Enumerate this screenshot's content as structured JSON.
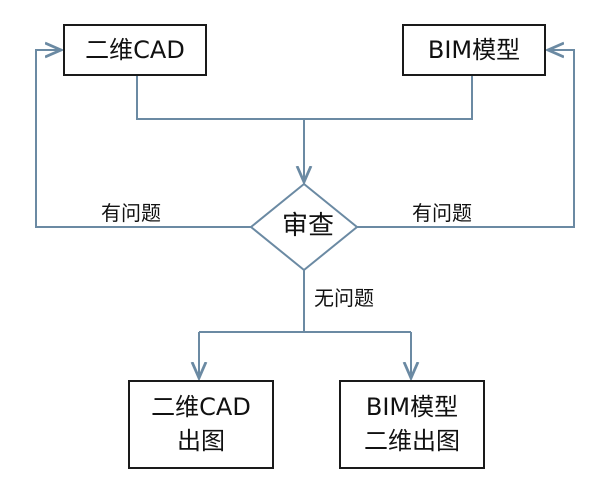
{
  "diagram": {
    "source_left": {
      "label": "二维CAD"
    },
    "source_right": {
      "label": "BIM模型"
    },
    "decision": {
      "label": "审查"
    },
    "edges": {
      "left_problem_label": "有问题",
      "right_problem_label": "有问题",
      "no_problem_label": "无问题"
    },
    "outputs": [
      {
        "line_1": "二维CAD",
        "line_2": "出图"
      },
      {
        "line_1": "BIM模型",
        "line_2": "二维出图"
      }
    ]
  },
  "colors": {
    "connector": "#6b8aa3",
    "box_border": "#1a1a1a",
    "text": "#111111",
    "background": "#ffffff"
  }
}
